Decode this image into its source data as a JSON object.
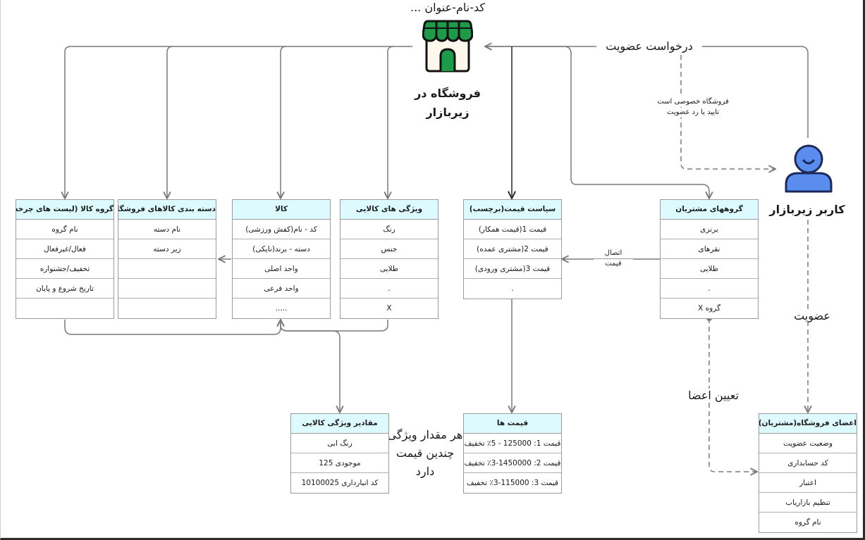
{
  "store": {
    "top_label": "کد-نام-عنوان ...",
    "title_line1": "فروشگاه در",
    "title_line2": "زیربازار"
  },
  "user": {
    "label": "کاربر زیربازار"
  },
  "labels": {
    "membership_request": "درخواست عضویت",
    "private_store_line1": "فروشگاه خصوصی است",
    "private_store_line2": "تایید یا رد عضویت",
    "membership": "عضویت",
    "assign_members": "تعیین اعضا",
    "price_link_line1": "اتصال",
    "price_link_line2": "قیمت",
    "multi_price_line1": "هر مقدار ویژگی",
    "multi_price_line2": "چندین قیمت",
    "multi_price_line3": "دارد"
  },
  "tables": {
    "product_group": {
      "title": "گروه کالا (لیست های چرخشی)",
      "rows": [
        "نام گروه",
        "فعال/غیرفعال",
        "تخفیف/جشنواره",
        "تاریخ شروع و پایان",
        ""
      ]
    },
    "store_category": {
      "title": "دسته بندی کالاهای فروشگاه",
      "rows": [
        "نام دسته",
        "زیر دسته",
        "",
        "",
        ""
      ]
    },
    "product": {
      "title": "کالا",
      "rows": [
        "کد - نام(کفش ورزشی)",
        "دسته - برند(نایکی)",
        "واحد اصلی",
        "واحد فرعی",
        "....."
      ]
    },
    "product_attributes": {
      "title": "ویژگی های کالایی",
      "rows": [
        "رنگ",
        "جنس",
        "طلایی",
        ".",
        "X"
      ]
    },
    "price_policy": {
      "title": "سیاست قیمت(برچسب)",
      "rows": [
        "قیمت 1(قیمت همکار)",
        "قیمت 2(مشتری عمده)",
        "قیمت 3(مشتری ورودی)",
        "."
      ]
    },
    "customer_groups": {
      "title": "گروههای مشتریان",
      "rows": [
        "برنزی",
        "نقرهای",
        "طلایی",
        ".",
        "گروه X"
      ]
    },
    "attribute_values": {
      "title": "مقادیر ویژگی کالایی",
      "rows": [
        "رنگ ابی",
        "موجودی 125",
        "کد انبارداری 10100025"
      ]
    },
    "prices": {
      "title": "قیمت ها",
      "rows": [
        "قیمت 1: 125000 - 5٪ تخفیف",
        "قیمت 2: 1450000-3٪ تخفیف",
        "قیمت 3: 115000-3٪ تخفیف"
      ]
    },
    "store_members": {
      "title": "اعضای فروشگاه(مشتریان)",
      "rows": [
        "وضعیت عضویت",
        "کد حسابداری",
        "اعتبار",
        "تنظیم بازاریاب",
        "نام گروه"
      ]
    }
  },
  "colors": {
    "header_bg": "#ddfbff",
    "store_green": "#1f9a4a",
    "user_blue": "#5b8def",
    "wire": "#7a7a7a"
  }
}
